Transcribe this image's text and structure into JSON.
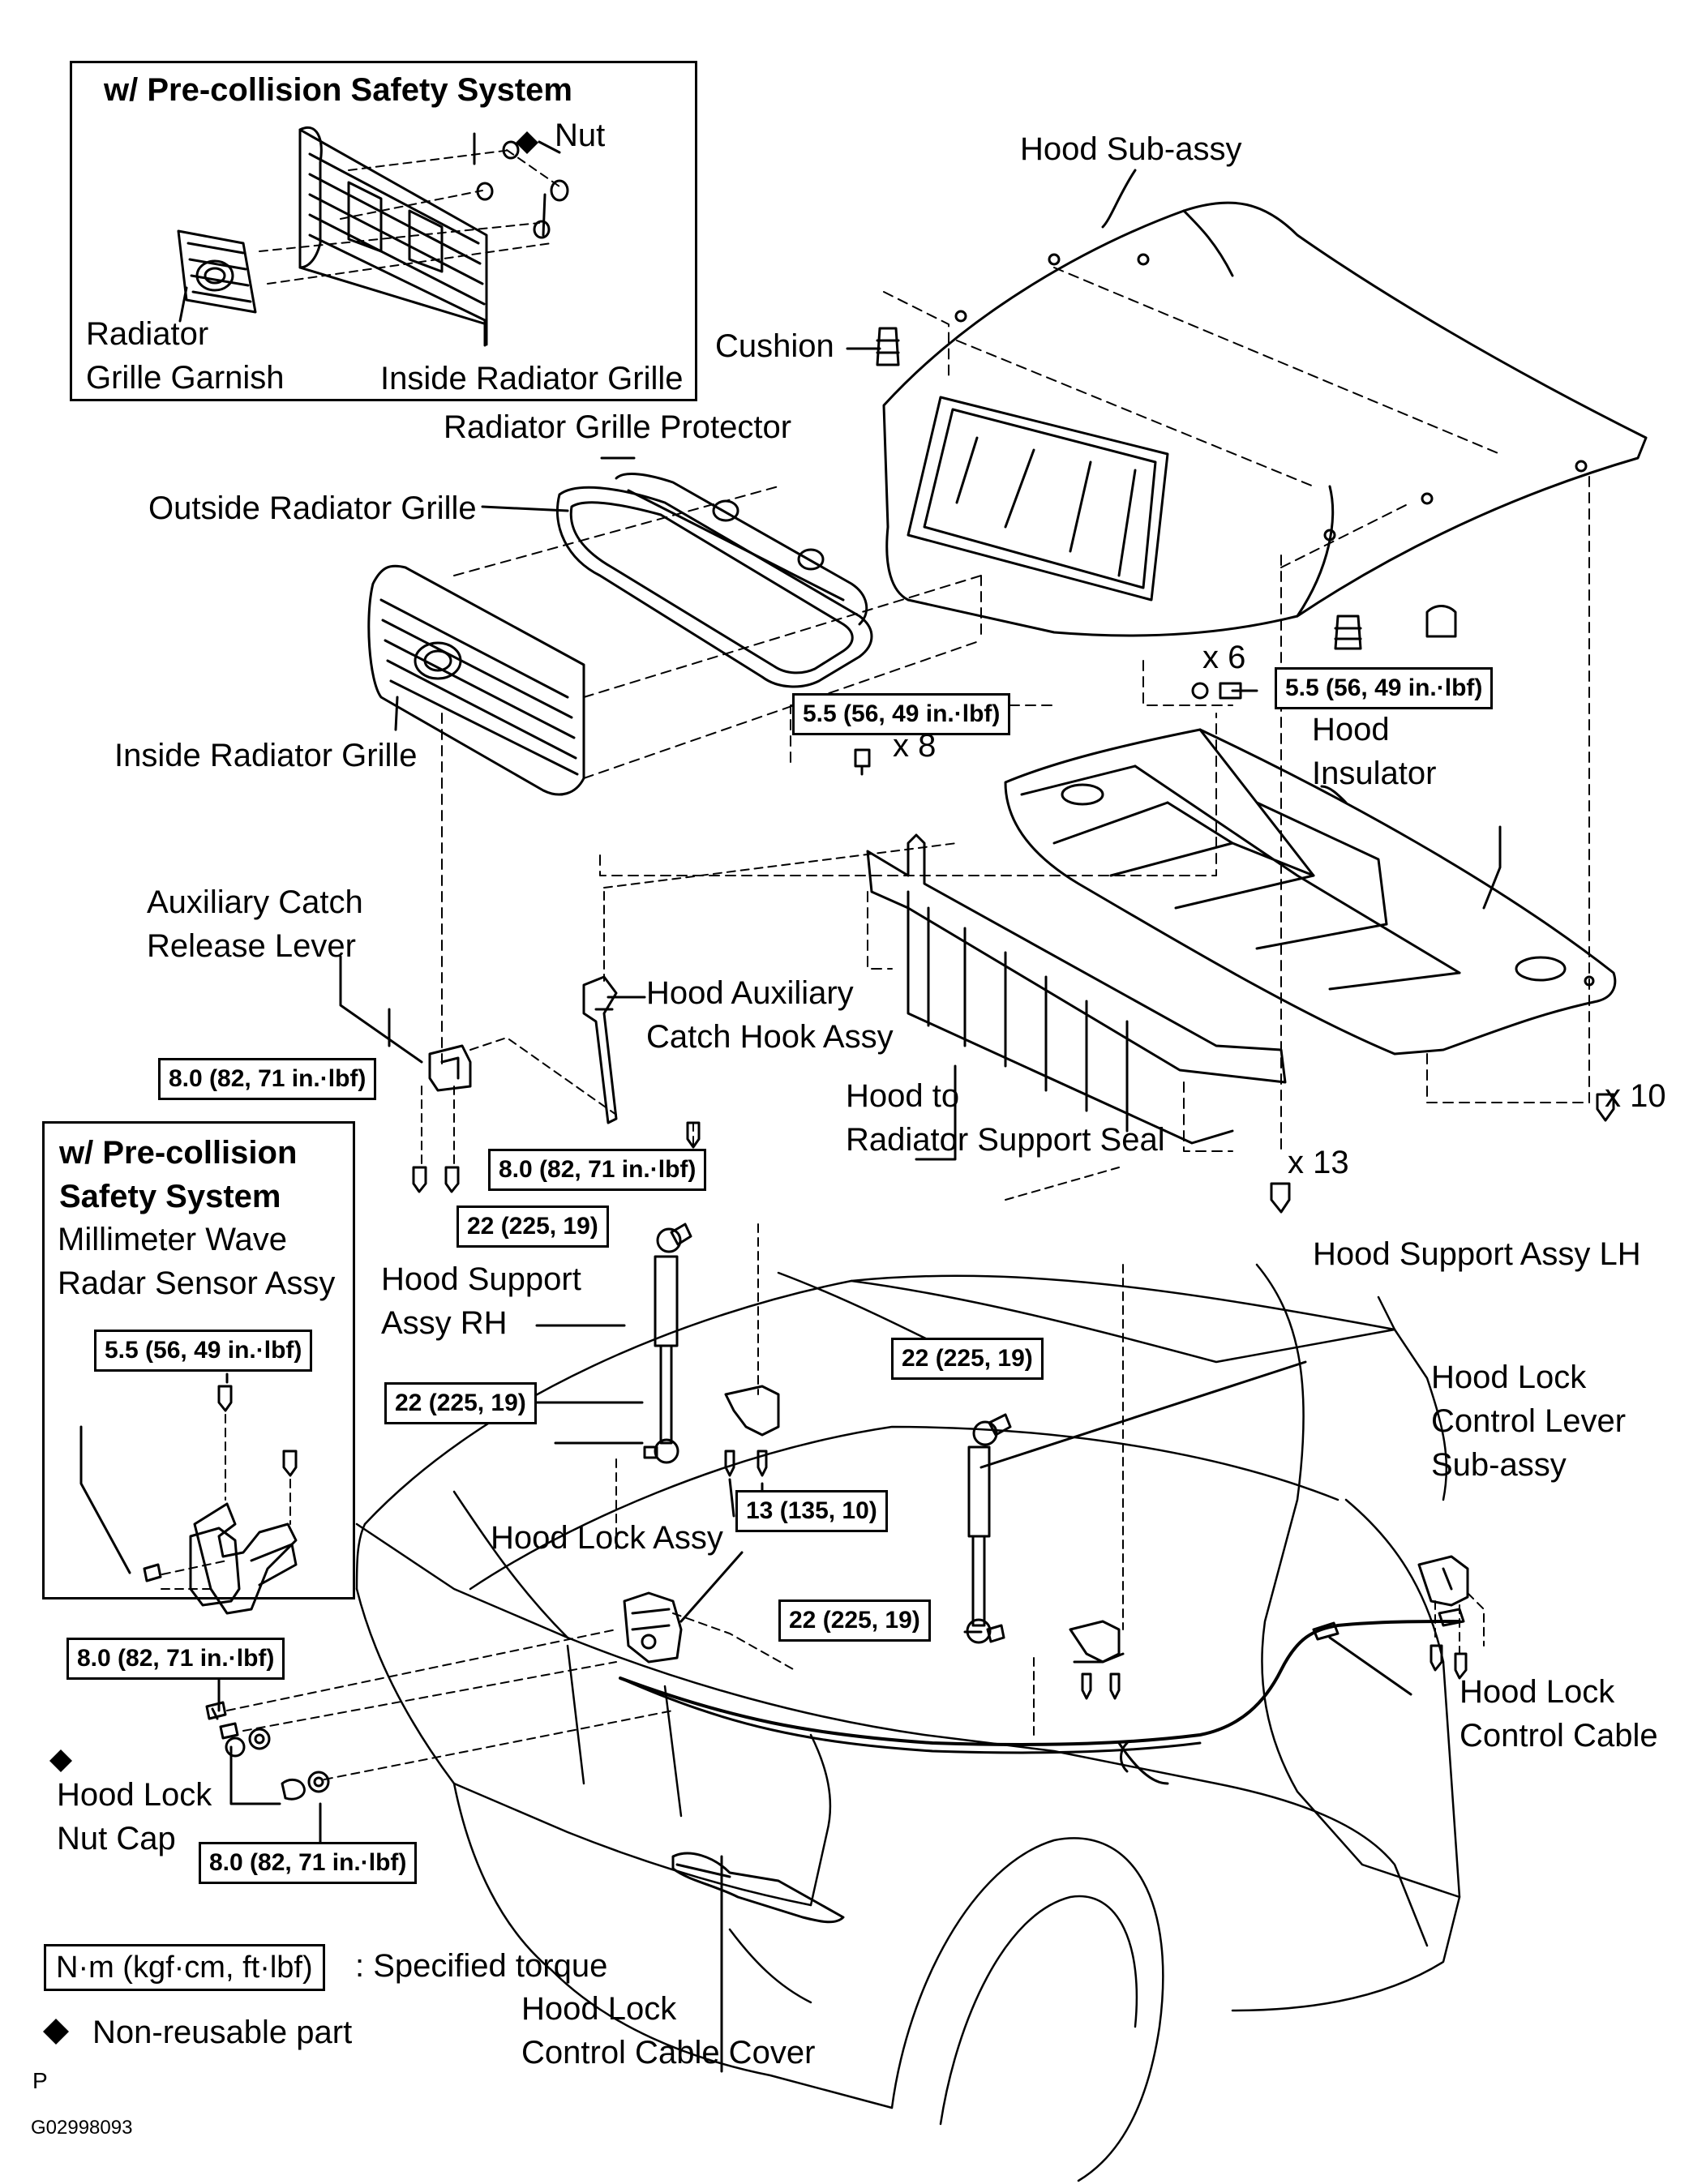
{
  "inset_top": {
    "title": "w/ Pre-collision Safety System",
    "nut": "Nut",
    "radiator_grille_garnish": [
      "Radiator",
      "Grille Garnish"
    ],
    "inside_radiator_grille": "Inside Radiator Grille"
  },
  "inset_left": {
    "title": [
      "w/ Pre-collision",
      "Safety System"
    ],
    "sensor": [
      "Millimeter Wave",
      "Radar Sensor Assy"
    ],
    "torque": "5.5 (56, 49 in.·lbf)"
  },
  "labels": {
    "hood_sub_assy": "Hood  Sub-assy",
    "cushion": "Cushion",
    "radiator_grille_protector": "Radiator Grille Protector",
    "outside_radiator_grille": "Outside Radiator Grille",
    "inside_radiator_grille": "Inside Radiator Grille",
    "x6": "x 6",
    "x8": "x 8",
    "x10": "x 10",
    "x13": "x 13",
    "hood_insulator": [
      "Hood",
      "Insulator"
    ],
    "aux_catch_release_lever": [
      "Auxiliary Catch",
      "Release Lever"
    ],
    "hood_aux_catch_hook": [
      "Hood Auxiliary",
      "Catch Hook Assy"
    ],
    "hood_to_radiator_support_seal": [
      "Hood to",
      "Radiator Support Seal"
    ],
    "hood_support_assy_rh": [
      "Hood Support",
      "Assy RH"
    ],
    "hood_support_assy_lh": "Hood Support Assy LH",
    "hood_lock_control_lever": [
      "Hood Lock",
      "Control Lever",
      "Sub-assy"
    ],
    "hood_lock_assy": "Hood Lock Assy",
    "hood_lock_control_cable": [
      "Hood Lock",
      "Control Cable"
    ],
    "hood_lock_nut_cap": [
      "Hood Lock",
      "Nut Cap"
    ],
    "hood_lock_control_cable_cover": [
      "Hood Lock",
      "Control Cable Cover"
    ]
  },
  "torques": {
    "t_hood_bolt": "5.5 (56, 49 in.·lbf)",
    "t_grille_bolt": "5.5 (56, 49 in.·lbf)",
    "t_release_lever": "8.0 (82, 71 in.·lbf)",
    "t_catch_hook": "8.0 (82, 71 in.·lbf)",
    "t_support_rh_top": "22 (225, 19)",
    "t_support_rh_bottom": "22 (225, 19)",
    "t_support_lh_top": "22 (225, 19)",
    "t_support_lh_bottom": "22 (225, 19)",
    "t_hinge": "13 (135, 10)",
    "t_lock_top": "8.0 (82, 71 in.·lbf)",
    "t_lock_bottom": "8.0 (82, 71 in.·lbf)"
  },
  "legend": {
    "torque_unit": "N·m (kgf·cm, ft·lbf)",
    "torque_text": ": Specified torque",
    "nonreusable_text": "Non-reusable part"
  },
  "footer": {
    "p": "P",
    "code": "G02998093"
  }
}
